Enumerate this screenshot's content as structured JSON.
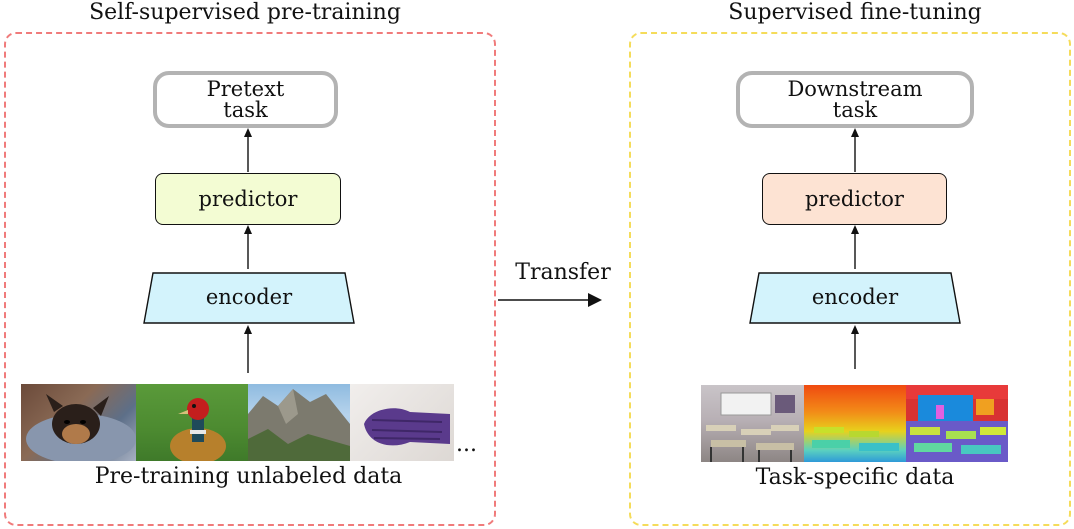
{
  "left": {
    "title": "Self-supervised pre-training",
    "task_line1": "Pretext",
    "task_line2": "task",
    "predictor": "predictor",
    "encoder": "encoder",
    "data_caption": "Pre-training unlabeled data",
    "ellipsis": "...",
    "predictor_color": "#f3fcd3",
    "panel_color": "#f07b7b"
  },
  "transfer": {
    "label": "Transfer"
  },
  "right": {
    "title": "Supervised fine-tuning",
    "task_line1": "Downstream",
    "task_line2": "task",
    "predictor": "predictor",
    "encoder": "encoder",
    "data_caption": "Task-specific data",
    "predictor_color": "#fde3d3",
    "panel_color": "#f5dc5a"
  },
  "encoder_color": "#d3f3fc"
}
